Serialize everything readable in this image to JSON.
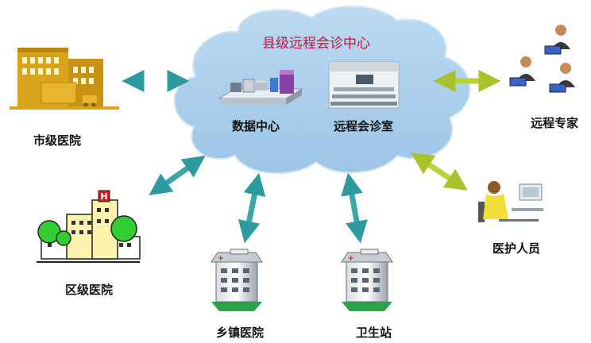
{
  "center": {
    "title": "县级远程会诊中心",
    "data_center": "数据中心",
    "consult_room": "远程会诊室"
  },
  "nodes": {
    "city_hospital": "市级医院",
    "district_hospital": "区级医院",
    "town_hospital": "乡镇医院",
    "health_station": "卫生站",
    "remote_experts": "远程专家",
    "medical_staff": "医护人员"
  },
  "colors": {
    "cloud": "#a9cdea",
    "teal_arrow": "#3aa6a8",
    "green_arrow": "#b9d33a",
    "building_gold": "#d9a31c",
    "title_red": "#c0143c"
  },
  "icons": [
    "office-building-icon",
    "hospital-icon",
    "clinic-icon",
    "server-icon",
    "conference-room-icon",
    "expert-icon",
    "nurse-icon"
  ]
}
